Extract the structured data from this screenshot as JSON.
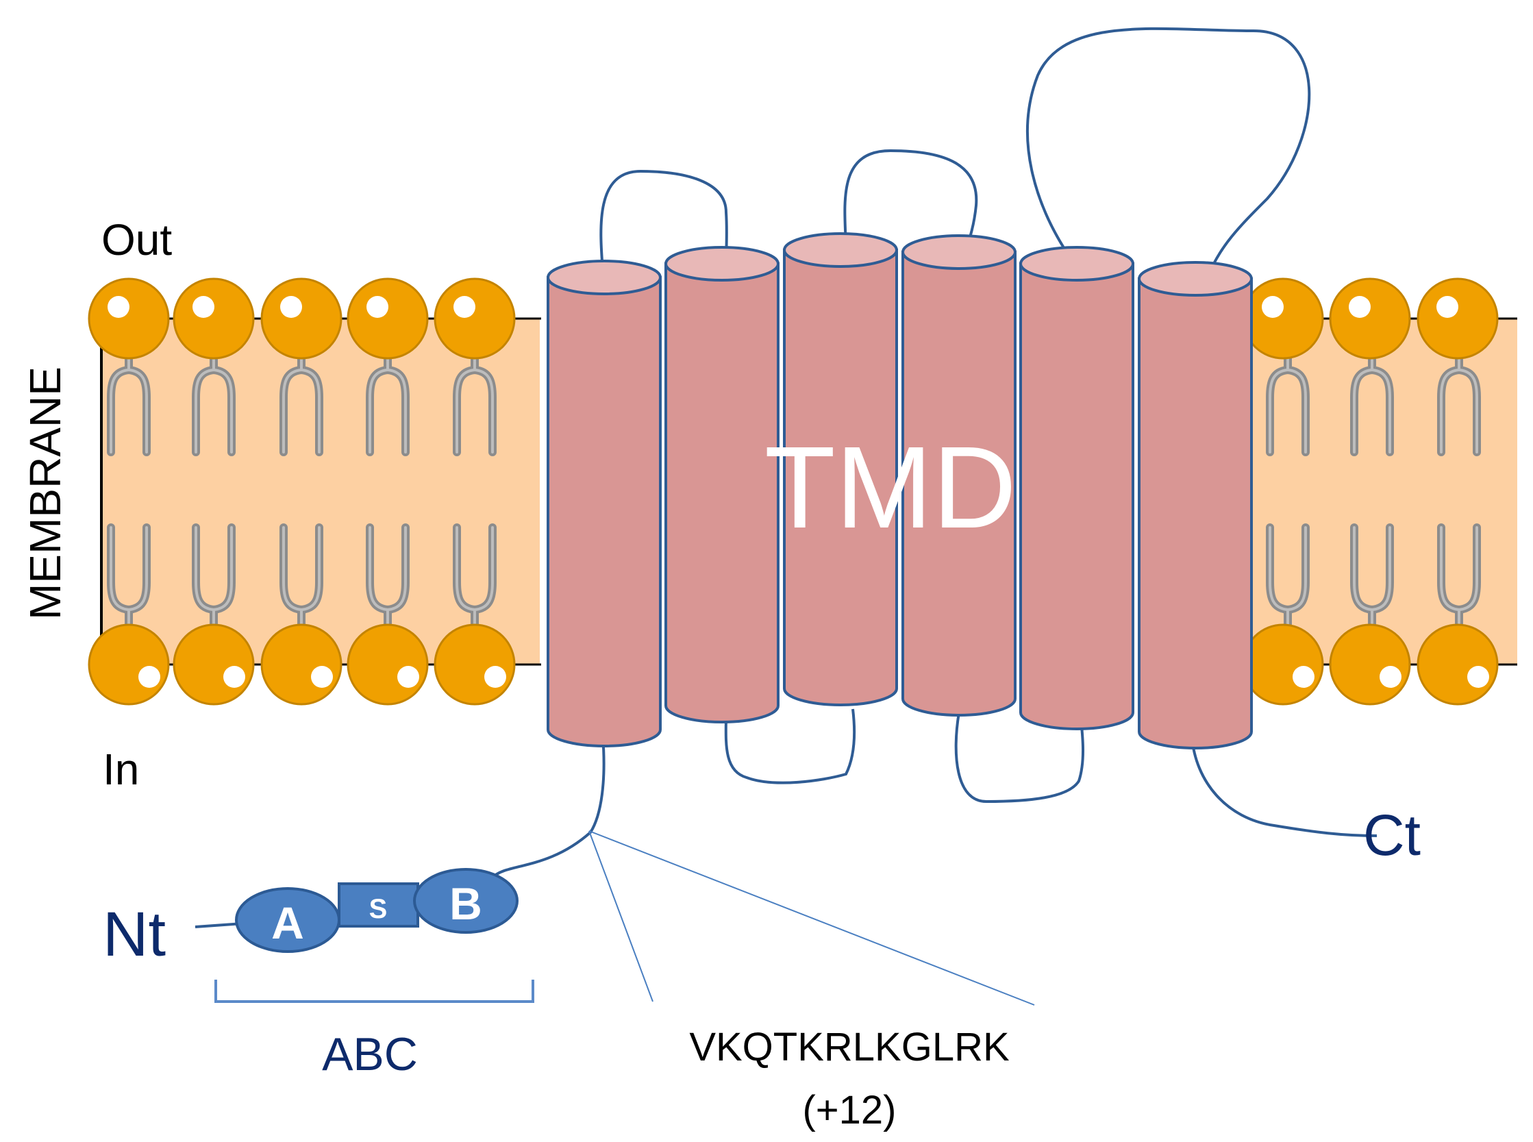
{
  "labels": {
    "out": "Out",
    "in": "In",
    "membrane": "MEMBRANE",
    "tmd": "TMD",
    "nt": "Nt",
    "ct": "Ct",
    "domain_a": "A",
    "domain_s": "S",
    "domain_b": "B",
    "abc": "ABC",
    "sequence": "VKQTKRLKGLRK",
    "charge": "(+12)"
  },
  "helix_count": 6,
  "colors": {
    "membrane_core": "#fdd0a2",
    "lipid_head": "#f0a000",
    "lipid_head_outline": "#c48400",
    "lipid_tail": "#8c8c8c",
    "helix_body": "#d99694",
    "helix_top": "#e8b8b7",
    "outline_blue": "#2f5c94",
    "domain_fill": "#4a7fc1",
    "domain_outline": "#2c5a94",
    "bracket": "#5b8ac9",
    "label_navy": "#0d2a6b"
  }
}
